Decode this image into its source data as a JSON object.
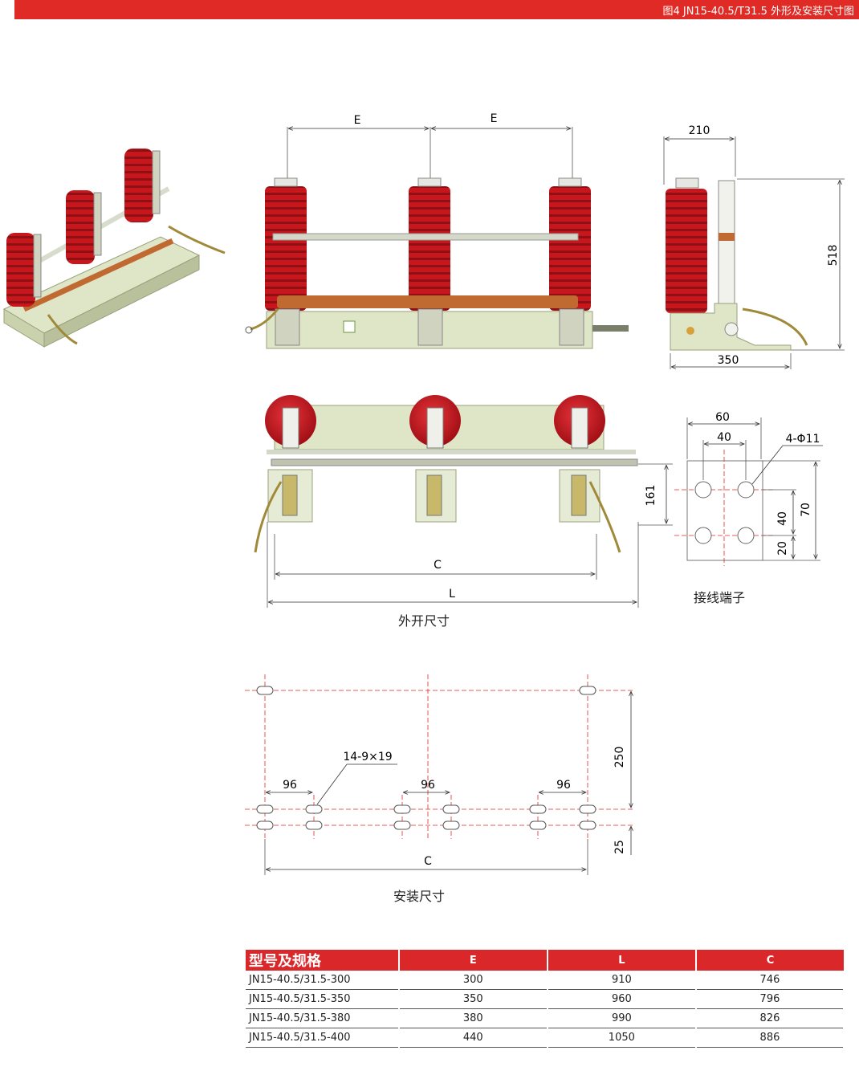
{
  "header": {
    "title": "图4 JN15-40.5/T31.5 外形及安装尺寸图"
  },
  "front_view": {
    "dim_E_left": "E",
    "dim_E_right": "E"
  },
  "side_view": {
    "dim_width_top": "210",
    "dim_height": "518",
    "dim_width_base": "350"
  },
  "top_view": {
    "dim_161": "161",
    "dim_C": "C",
    "dim_L": "L",
    "caption": "外开尺寸"
  },
  "terminal": {
    "dim_60": "60",
    "dim_40_top": "40",
    "holes": "4-Φ11",
    "dim_40_side": "40",
    "dim_70": "70",
    "dim_20": "20",
    "caption": "接线端子"
  },
  "mounting": {
    "slots": "14-9×19",
    "dim_96_a": "96",
    "dim_96_b": "96",
    "dim_96_c": "96",
    "dim_250": "250",
    "dim_25": "25",
    "dim_C": "C",
    "caption": "安装尺寸"
  },
  "spec_table": {
    "headers": [
      "型号及规格",
      "E",
      "L",
      "C"
    ],
    "rows": [
      [
        "JN15-40.5/31.5-300",
        "300",
        "910",
        "746"
      ],
      [
        "JN15-40.5/31.5-350",
        "350",
        "960",
        "796"
      ],
      [
        "JN15-40.5/31.5-380",
        "380",
        "990",
        "826"
      ],
      [
        "JN15-40.5/31.5-400",
        "440",
        "1050",
        "886"
      ]
    ]
  },
  "colors": {
    "brand_red": "#e02a25",
    "insulator_red": "#c8161d",
    "frame_green": "#dfe6c8",
    "shaft_orange": "#c06a32"
  }
}
